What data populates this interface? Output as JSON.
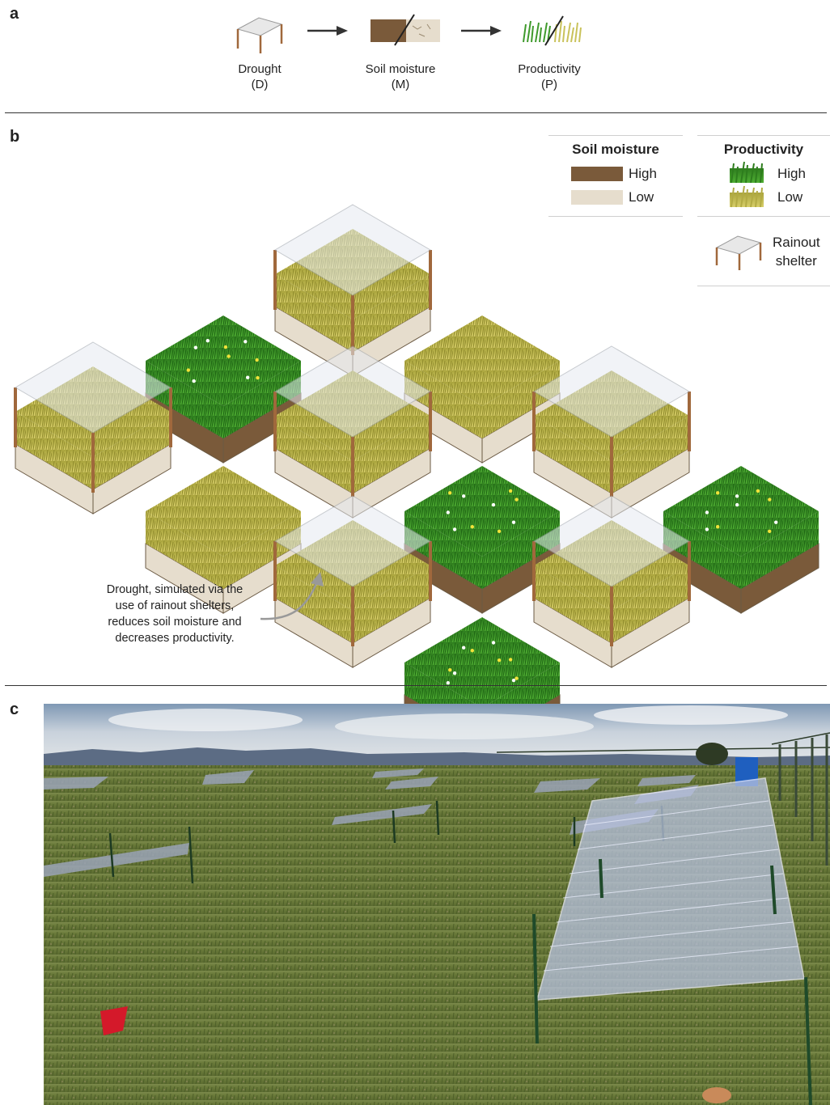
{
  "panels": {
    "a": {
      "label": "a",
      "steps": [
        {
          "name": "Drought",
          "abbr": "(D)"
        },
        {
          "name": "Soil moisture",
          "abbr": "(M)"
        },
        {
          "name": "Productivity",
          "abbr": "(P)"
        }
      ]
    },
    "b": {
      "label": "b",
      "legend": {
        "soil_title": "Soil moisture",
        "soil_high": "High",
        "soil_low": "Low",
        "prod_title": "Productivity",
        "prod_high": "High",
        "prod_low": "Low",
        "shelter_line1": "Rainout",
        "shelter_line2": "shelter"
      },
      "annotation": [
        "Drought, simulated via the",
        "use of rainout shelters,",
        "reduces soil moisture and",
        "decreases productivity."
      ]
    },
    "c": {
      "label": "c"
    }
  },
  "colors": {
    "soil_high": "#7a5a3a",
    "soil_low": "#e6ddcd",
    "grass_high": "#3f9a2c",
    "grass_low": "#c9c25a",
    "post": "#a0683c"
  }
}
